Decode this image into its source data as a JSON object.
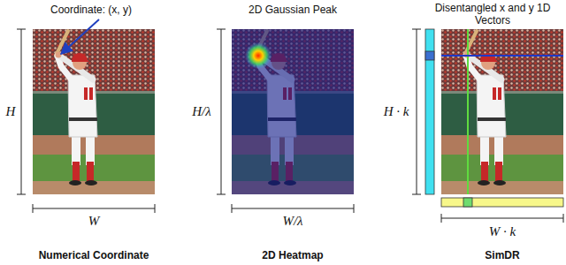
{
  "diagram": {
    "labels": [
      "Coordinate: (x, y)",
      "H",
      "W",
      "Numerical Coordinate",
      "2D Gaussian Peak",
      "H/λ",
      "W/λ",
      "2D Heatmap",
      "Disentangled x and y 1D Vectors",
      "H · k",
      "W · k",
      "SimDR"
    ]
  }
}
